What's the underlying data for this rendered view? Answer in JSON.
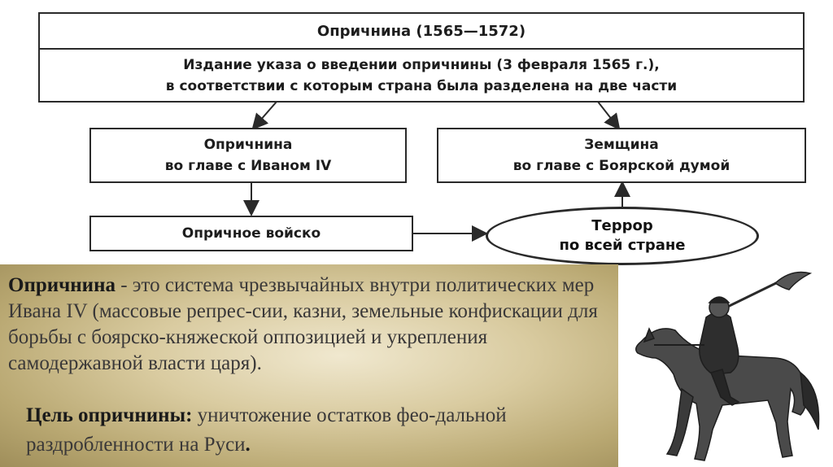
{
  "header": {
    "title": "Опричнина (1565—1572)",
    "line1": "Издание указа о введении опричнины (3 февраля 1565 г.),",
    "line2": "в соответствии с которым страна была разделена на две части"
  },
  "oprichnina_box": {
    "line1": "Опричнина",
    "line2": "во главе с Иваном IV"
  },
  "zemshchina_box": {
    "line1": "Земщина",
    "line2": "во главе с Боярской думой"
  },
  "army_box": {
    "label": "Опричное войско"
  },
  "terror_ellipse": {
    "line1": "Террор",
    "line2": "по всей стране"
  },
  "definition": {
    "term": "Опричнина",
    "text": " - это система  чрезвычайных внутри политических мер  Ивана  IV (массовые репрес-сии, казни, земельные конфискации  для борьбы  с боярско-княжеской оппозицией и укрепления самодержавной  власти  царя)."
  },
  "goal": {
    "term": "Цель опричнины",
    "colon": ":",
    "text": "  уничтожение остатков фео-дальной раздробленности  на Руси",
    "end": "."
  },
  "colors": {
    "border": "#2a2a2a",
    "panel": "#d9cba0",
    "text": "#3a3838"
  }
}
